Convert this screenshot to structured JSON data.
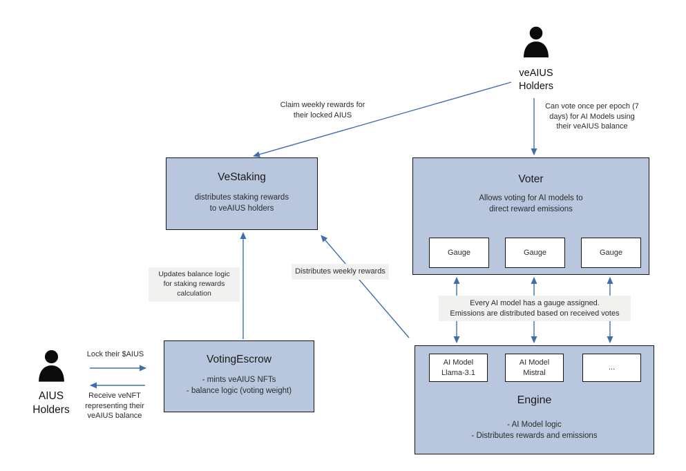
{
  "colors": {
    "page_bg": "#ffffff",
    "box_fill": "#b8c7dd",
    "box_border": "#141414",
    "arrow": "#3d6eb0",
    "label_bg": "#f1f1f0",
    "text": "#262626"
  },
  "actors": {
    "veaius": {
      "label": "veAIUS\nHolders"
    },
    "aius": {
      "label": "AIUS\nHolders"
    }
  },
  "boxes": {
    "vestaking": {
      "title": "VeStaking",
      "body": "distributes staking rewards\nto veAIUS holders"
    },
    "voter": {
      "title": "Voter",
      "body": "Allows voting for AI models to\ndirect reward emissions",
      "gauges": [
        "Gauge",
        "Gauge",
        "Gauge"
      ]
    },
    "votingescrow": {
      "title": "VotingEscrow",
      "body": "- mints veAIUS NFTs\n- balance logic (voting weight)"
    },
    "engine": {
      "title": "Engine",
      "body": "- AI Model logic\n- Distributes rewards and emissions",
      "models": [
        "AI Model\nLlama-3.1",
        "AI Model\nMistral",
        "..."
      ]
    }
  },
  "edge_labels": {
    "claim": "Claim weekly rewards for\ntheir locked AIUS",
    "vote": "Can vote once per epoch (7\ndays)  for AI Models using\ntheir veAIUS balance",
    "updates": "Updates balance logic\nfor staking rewards\ncalculation",
    "distributes": "Distributes weekly rewards",
    "gauge_note": "Every AI model has a gauge assigned.\nEmissions are distributed based on received votes",
    "lock": "Lock their $AIUS",
    "receive": "Receive veNFT\nrepresenting their\nveAIUS balance"
  }
}
